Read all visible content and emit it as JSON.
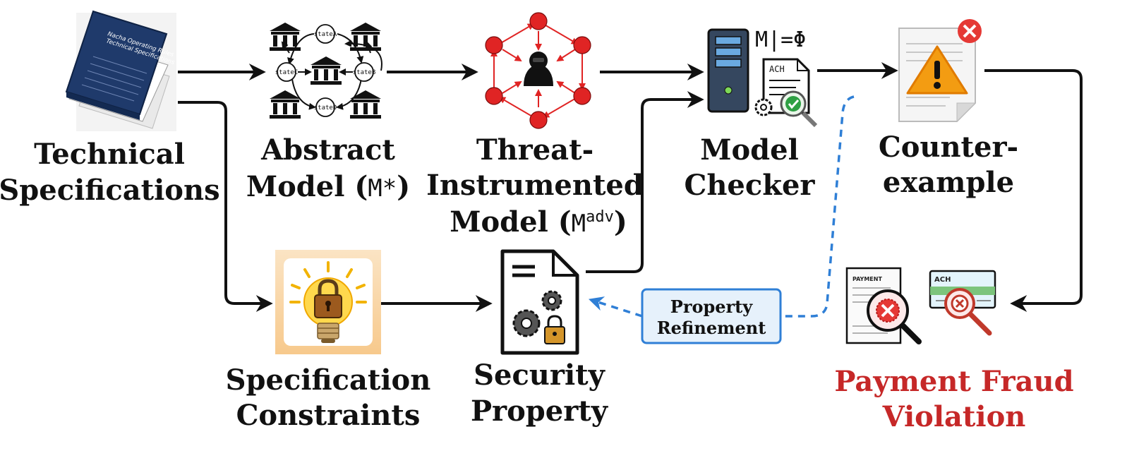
{
  "nodes": {
    "technical_specifications": {
      "line1": "Technical",
      "line2": "Specifications"
    },
    "abstract_model": {
      "line1": "Abstract",
      "line2": "Model (",
      "sym": "M*",
      "close": ")"
    },
    "threat_model": {
      "line1": "Threat-",
      "line2": "Instrumented",
      "line3": "Model (",
      "sym": "M",
      "sup": "adv",
      "close": ")"
    },
    "model_checker": {
      "line1": "Model",
      "line2": "Checker",
      "formula": "M|=Φ",
      "doc_tag": "ACH"
    },
    "counterexample": {
      "line1": "Counter-",
      "line2": "example"
    },
    "specification_constraints": {
      "line1": "Specification",
      "line2": "Constraints"
    },
    "security_property": {
      "line1": "Security",
      "line2": "Property"
    },
    "payment_fraud_violation": {
      "line1": "Payment Fraud",
      "line2": "Violation",
      "doc1_tag": "PAYMENT",
      "doc2_tag": "ACH"
    }
  },
  "property_refinement": {
    "line1": "Property",
    "line2": "Refinement"
  },
  "book": {
    "line1": "Nacha Operating Rules",
    "line2": "Technical Specifications"
  },
  "states": {
    "a": "stateA",
    "b": "stateB",
    "c": "stateC",
    "d": "stateD"
  },
  "colors": {
    "arrow": "#111111",
    "dashed": "#2f7fd6",
    "violation": "#c62828",
    "book": "#1f3a6b",
    "warning": "#f39c12",
    "node_red": "#e02424"
  }
}
